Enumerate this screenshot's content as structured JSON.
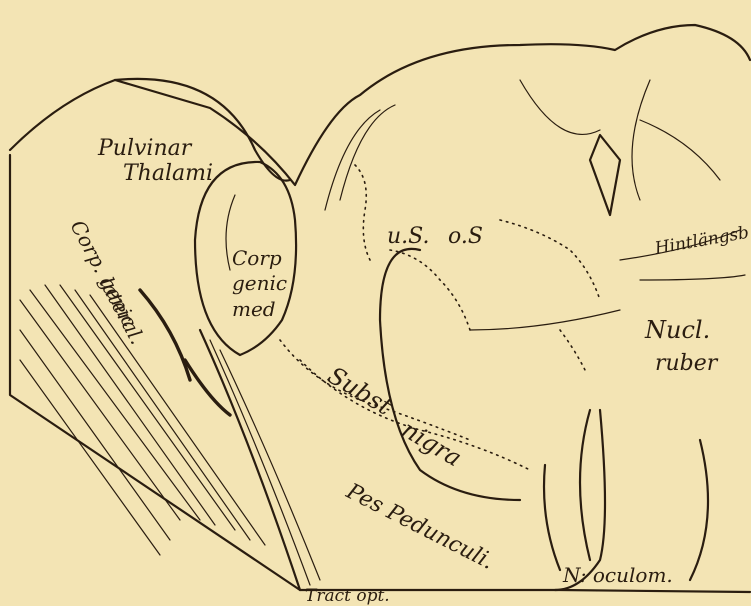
{
  "figure": {
    "background": "#f3e4b4",
    "ink": "#2a1d10",
    "labels": {
      "pulvinar_1": "Pulvinar",
      "pulvinar_2": "Thalami",
      "corp_genic_med_1": "Corp",
      "corp_genic_med_2": "genic",
      "corp_genic_med_3": "med",
      "corp_genic_lateral_1": "Corp. genic",
      "corp_genic_lateral_2": "lateral.",
      "us": "u.S.",
      "os": "o.S",
      "hinterlangs": "Hintlängsb",
      "nucl_ruber_1": "Nucl.",
      "nucl_ruber_2": "ruber",
      "subst_nigra_1": "Subst",
      "subst_nigra_2": "nigra",
      "pes_pedunculi": "Pes Pedunculi.",
      "n_oculom": "N: oculom.",
      "tract_opt": "Tract opt."
    }
  }
}
